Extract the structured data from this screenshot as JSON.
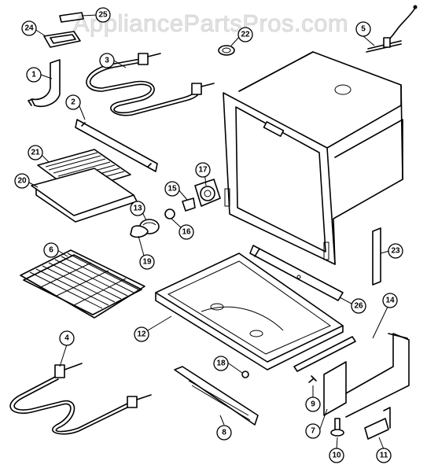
{
  "watermark": "AppliancePartsPros.com",
  "callouts": [
    {
      "label": "1"
    },
    {
      "label": "2"
    },
    {
      "label": "3"
    },
    {
      "label": "4"
    },
    {
      "label": "5"
    },
    {
      "label": "6"
    },
    {
      "label": "7"
    },
    {
      "label": "8"
    },
    {
      "label": "9"
    },
    {
      "label": "10"
    },
    {
      "label": "11"
    },
    {
      "label": "12"
    },
    {
      "label": "13"
    },
    {
      "label": "14"
    },
    {
      "label": "15"
    },
    {
      "label": "16"
    },
    {
      "label": "17"
    },
    {
      "label": "18"
    },
    {
      "label": "19"
    },
    {
      "label": "20"
    },
    {
      "label": "21"
    },
    {
      "label": "22"
    },
    {
      "label": "23"
    },
    {
      "label": "24"
    },
    {
      "label": "25"
    },
    {
      "label": "26"
    }
  ]
}
